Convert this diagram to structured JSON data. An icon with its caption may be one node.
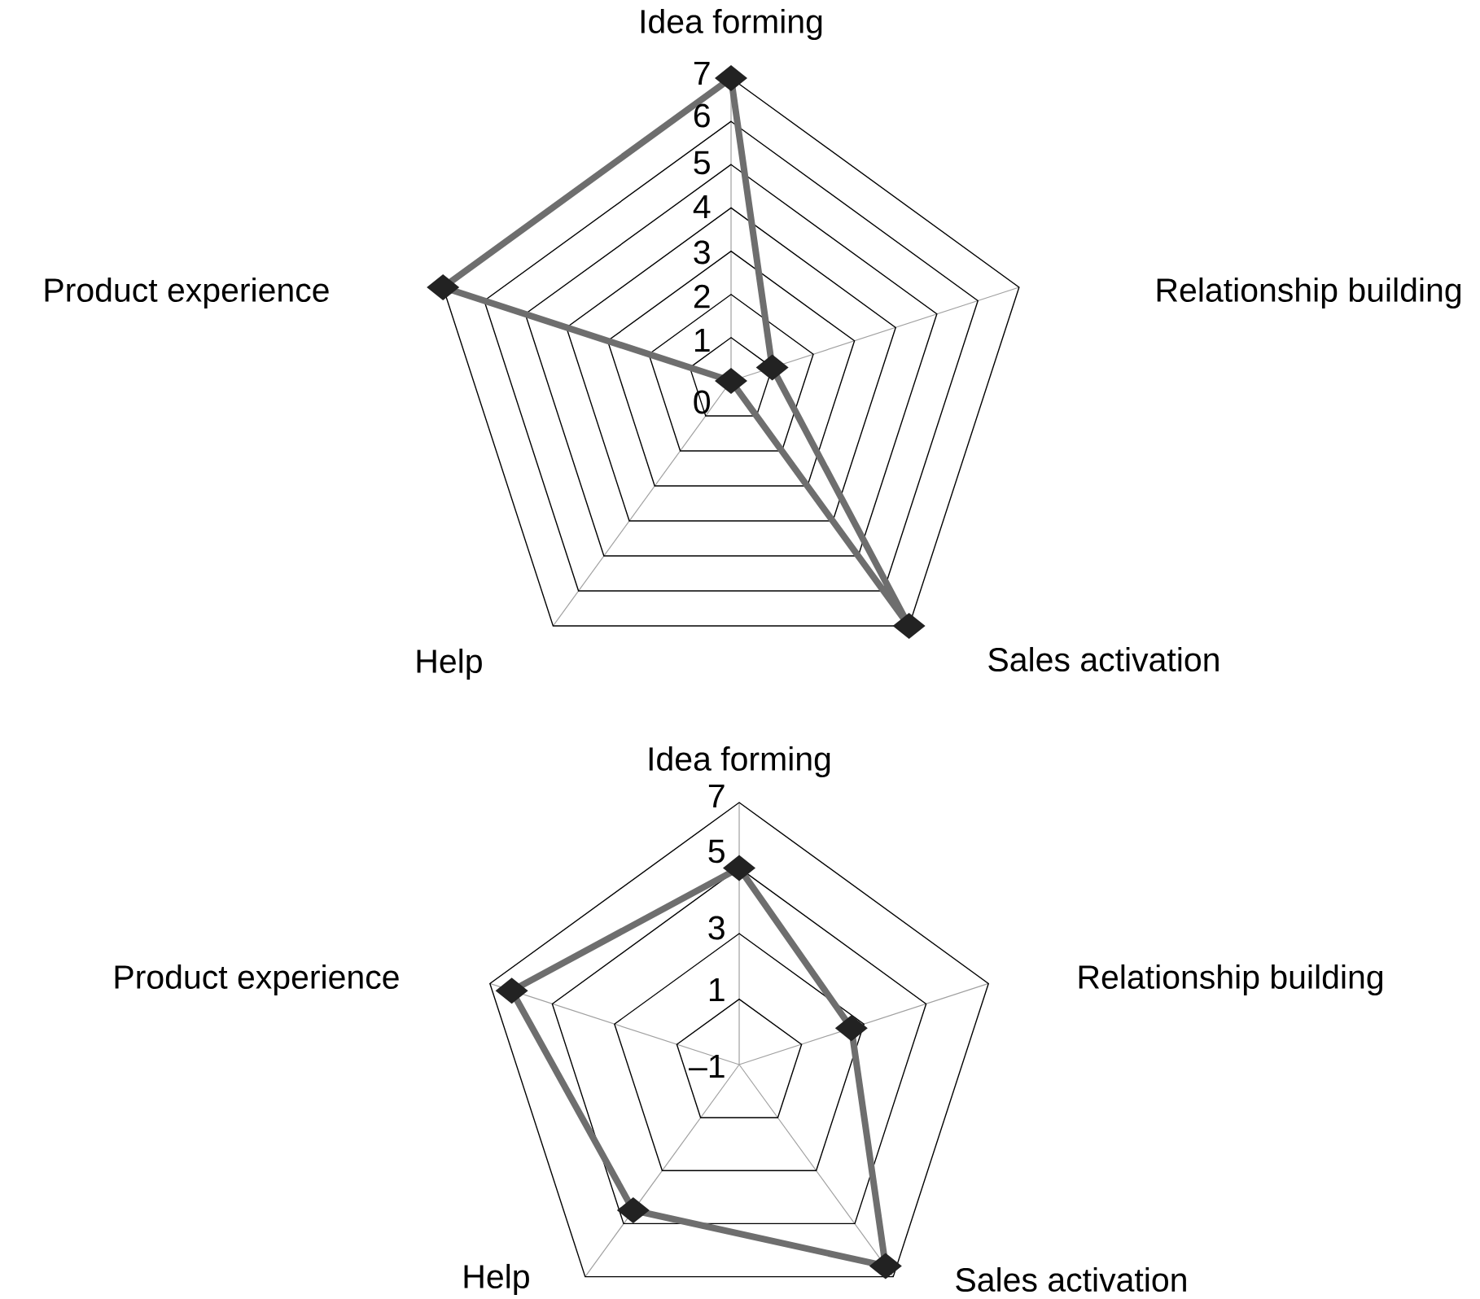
{
  "diagram": {
    "labels": [
      "Idea forming",
      "7",
      "6",
      "5",
      "4",
      "3",
      "2",
      "1",
      "Product experience",
      "Relationship building",
      "0",
      "Help",
      "Sales activation",
      "Idea forming",
      "7",
      "5",
      "3",
      "Product experience",
      "1",
      "Relationship building",
      "–1",
      "Help",
      "Sales activation"
    ]
  }
}
